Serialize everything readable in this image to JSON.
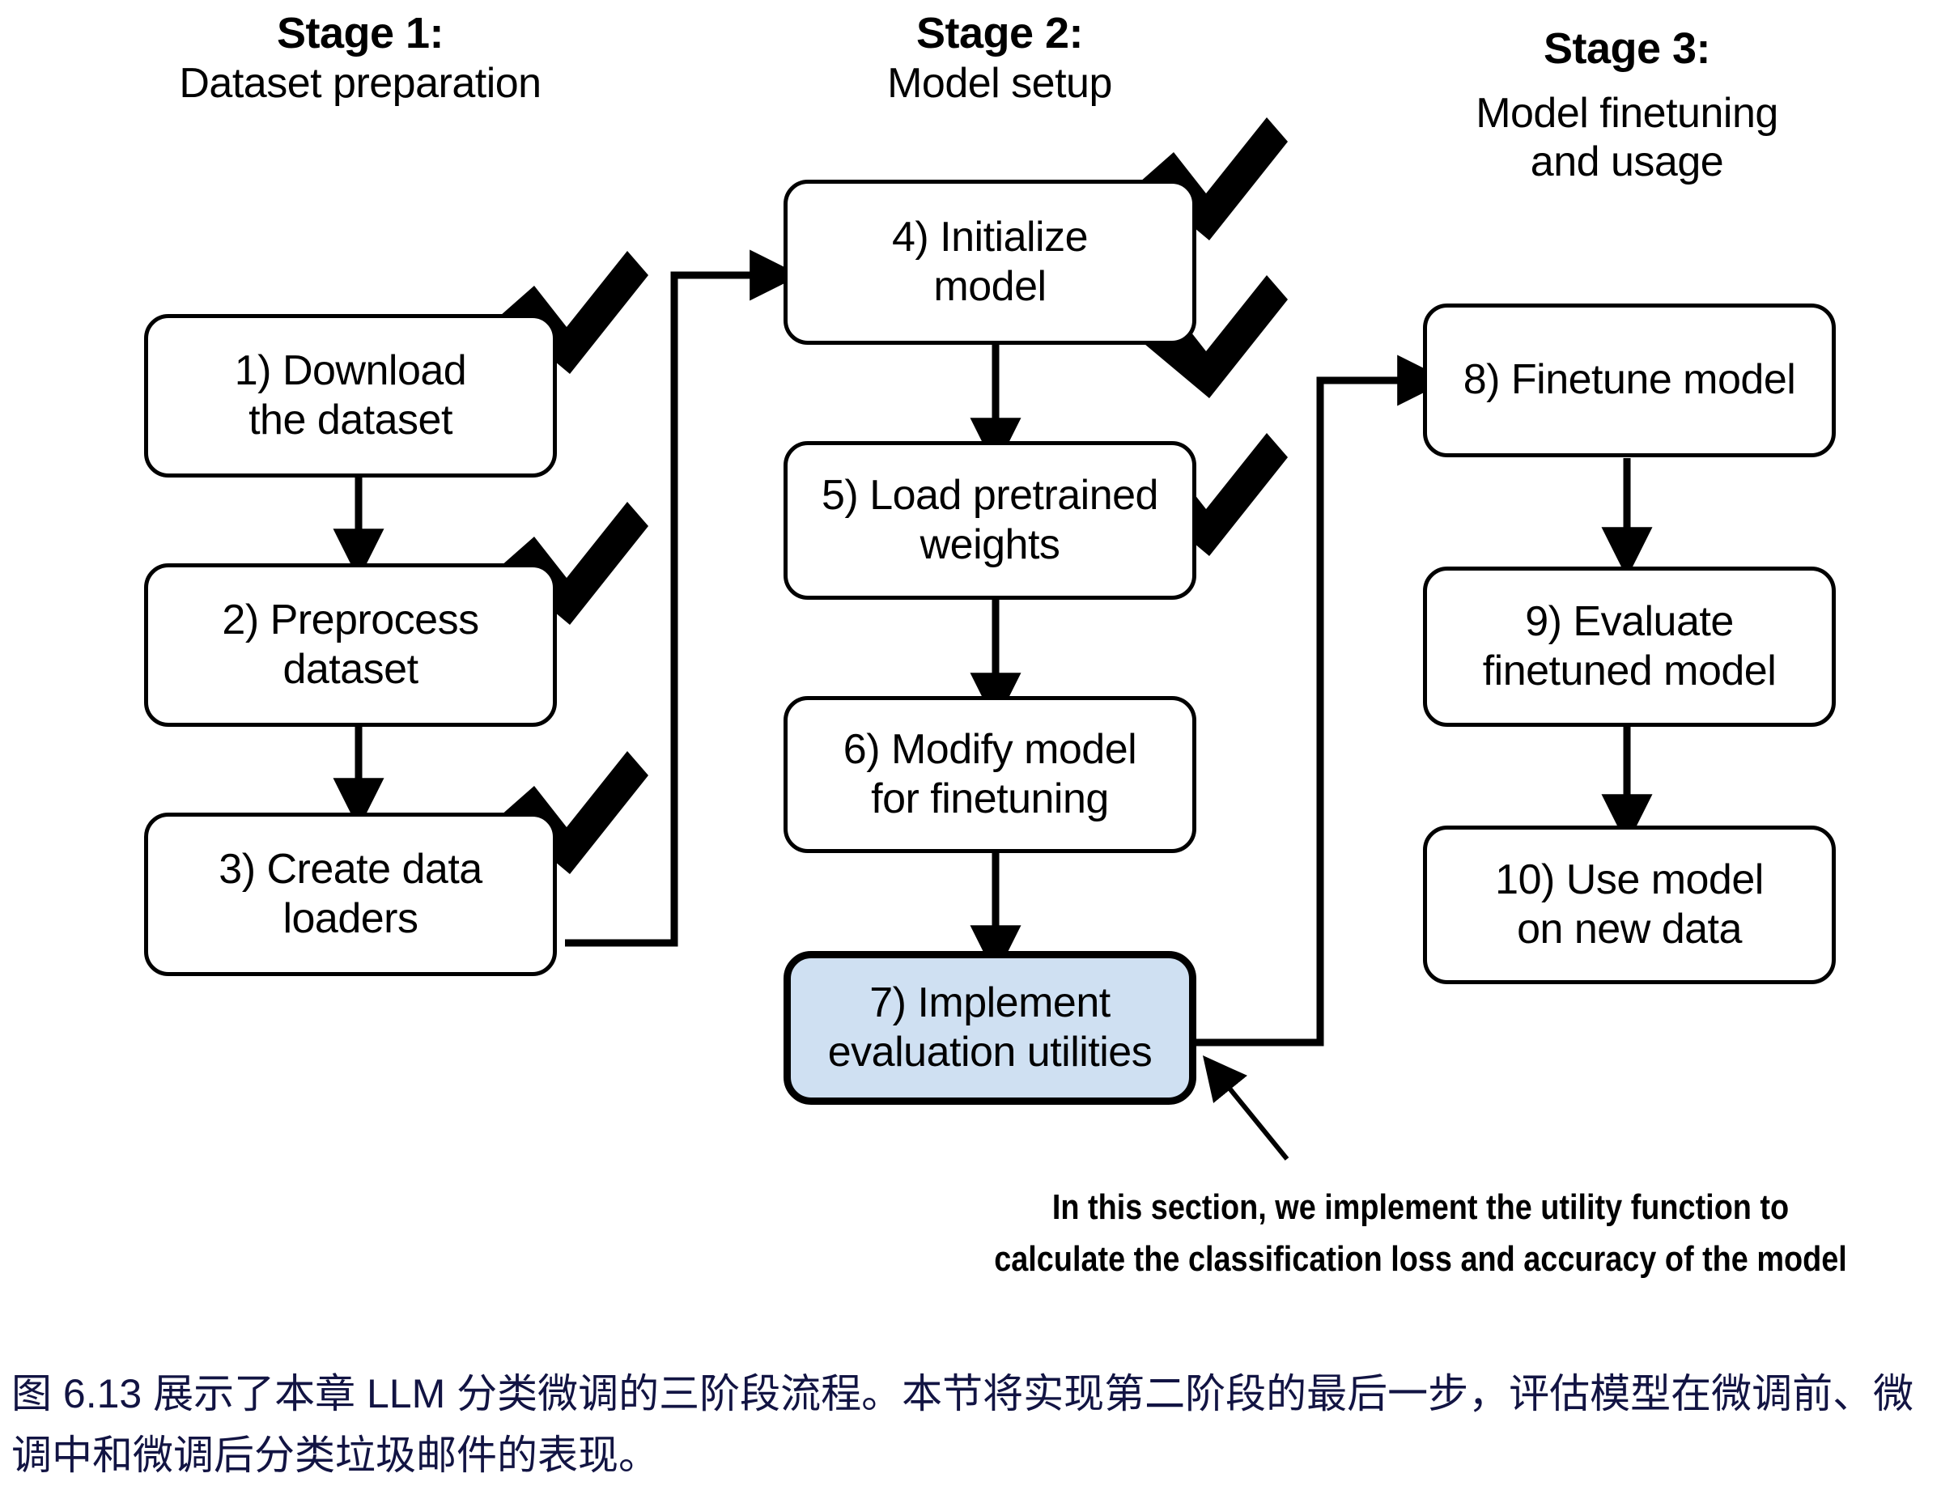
{
  "figure": {
    "stages": [
      {
        "id": "stage-1",
        "title": "Stage 1:",
        "subtitle": "Dataset preparation"
      },
      {
        "id": "stage-2",
        "title": "Stage 2:",
        "subtitle": "Model setup"
      },
      {
        "id": "stage-3",
        "title": "Stage 3:",
        "subtitle": "Model finetuning\nand usage"
      }
    ],
    "nodes": [
      {
        "id": "node-1",
        "label": "1) Download\nthe dataset",
        "stage": 1,
        "checked": true,
        "highlighted": false
      },
      {
        "id": "node-2",
        "label": "2) Preprocess\ndataset",
        "stage": 1,
        "checked": true,
        "highlighted": false
      },
      {
        "id": "node-3",
        "label": "3) Create data\nloaders",
        "stage": 1,
        "checked": true,
        "highlighted": false
      },
      {
        "id": "node-4",
        "label": "4) Initialize\nmodel",
        "stage": 2,
        "checked": true,
        "highlighted": false
      },
      {
        "id": "node-5",
        "label": "5) Load pretrained\nweights",
        "stage": 2,
        "checked": true,
        "highlighted": false
      },
      {
        "id": "node-6",
        "label": "6) Modify model\nfor finetuning",
        "stage": 2,
        "checked": true,
        "highlighted": false
      },
      {
        "id": "node-7",
        "label": "7) Implement\nevaluation utilities",
        "stage": 2,
        "checked": false,
        "highlighted": true
      },
      {
        "id": "node-8",
        "label": "8) Finetune model",
        "stage": 3,
        "checked": false,
        "highlighted": false
      },
      {
        "id": "node-9",
        "label": "9) Evaluate\nfinetuned model",
        "stage": 3,
        "checked": false,
        "highlighted": false
      },
      {
        "id": "node-10",
        "label": "10) Use model\non new data",
        "stage": 3,
        "checked": false,
        "highlighted": false
      }
    ],
    "annotation": "In this section, we implement the utility function to\ncalculate the classification loss and accuracy of the model",
    "caption": "图 6.13 展示了本章 LLM 分类微调的三阶段流程。本节将实现第二阶段的最后一步，评估模型在微调前、微调中和微调后分类垃圾邮件的表现。",
    "colors": {
      "highlight_fill": "#cfe0f2",
      "stroke": "#000000",
      "caption_text": "#121443",
      "background": "#ffffff"
    }
  }
}
